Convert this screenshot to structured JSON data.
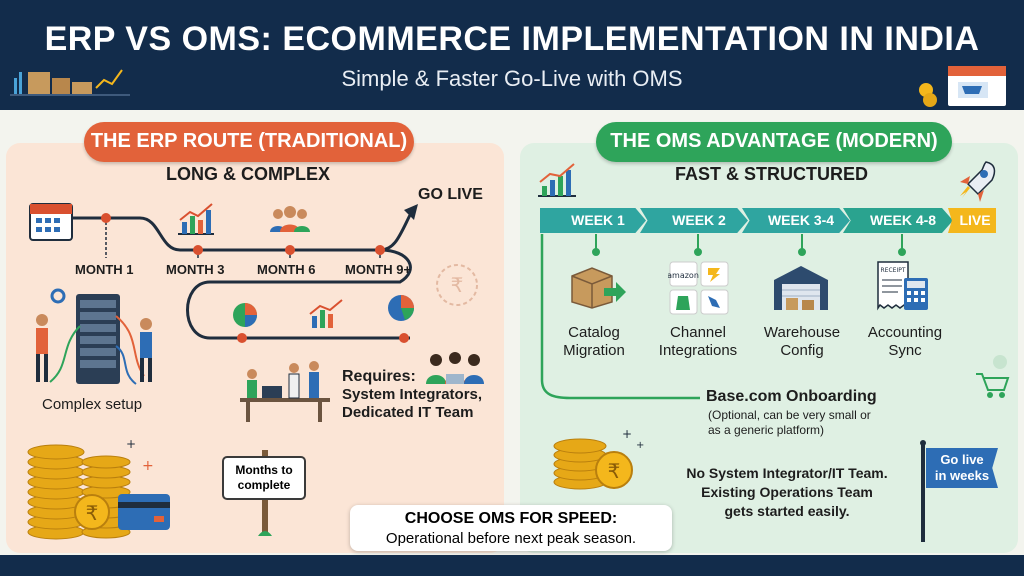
{
  "header": {
    "title": "ERP VS OMS: ECOMMERCE IMPLEMENTATION IN INDIA",
    "subtitle": "Simple & Faster Go-Live with OMS"
  },
  "erp": {
    "pill": "THE ERP ROUTE (TRADITIONAL)",
    "heading": "LONG & COMPLEX",
    "go_live": "GO LIVE",
    "milestones": [
      "MONTH 1",
      "MONTH 3",
      "MONTH 6",
      "MONTH 9+"
    ],
    "complex_setup": "Complex setup",
    "requires_title": "Requires:",
    "requires_line1": "System Integrators,",
    "requires_line2": "Dedicated IT Team",
    "sign_line1": "Months to",
    "sign_line2": "complete"
  },
  "oms": {
    "pill": "THE OMS ADVANTAGE (MODERN)",
    "heading": "FAST & STRUCTURED",
    "weeks": [
      "WEEK 1",
      "WEEK 2",
      "WEEK 3-4",
      "WEEK 4-8"
    ],
    "live": "LIVE",
    "steps": [
      {
        "line1": "Catalog",
        "line2": "Migration"
      },
      {
        "line1": "Channel",
        "line2": "Integrations"
      },
      {
        "line1": "Warehouse",
        "line2": "Config"
      },
      {
        "line1": "Accounting",
        "line2": "Sync"
      }
    ],
    "channel_logos": [
      "amazon"
    ],
    "receipt_label": "RECEIPT",
    "onboarding_title": "Base.com Onboarding",
    "onboarding_note1": "(Optional, can be very small or",
    "onboarding_note2": "as a generic platform)",
    "team_line1": "No System Integrator/IT Team.",
    "team_line2": "Existing Operations Team",
    "team_line3": "gets started easily.",
    "flag_line1": "Go live",
    "flag_line2": "in weeks"
  },
  "cta": {
    "line1": "CHOOSE OMS FOR SPEED:",
    "line2": "Operational before next peak season."
  },
  "colors": {
    "navy": "#122c4b",
    "erp_orange": "#e2623a",
    "oms_green": "#2ea45a",
    "week_teal": "#2fa5a0",
    "live_yellow": "#f4b71c",
    "path_dark": "#1f2d3d",
    "node_red": "#d9502f"
  },
  "icons": [
    "calendar-icon",
    "bar-chart-icon",
    "team-icon",
    "rupee-icon",
    "server-rack-icon",
    "pie-chart-icon",
    "workers-icon",
    "coins-icon",
    "credit-card-icon",
    "rocket-icon",
    "box-icon",
    "warehouse-icon",
    "receipt-icon",
    "calculator-icon",
    "cart-icon",
    "flag-icon",
    "store-icon"
  ]
}
